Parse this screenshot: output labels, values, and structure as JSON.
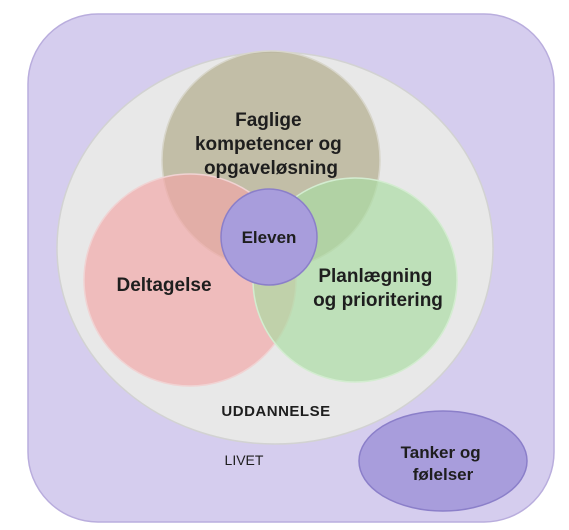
{
  "diagram": {
    "outer_label": "LIVET",
    "inner_label": "UDDANNELSE",
    "center_label": "Eleven",
    "circles": {
      "top": {
        "lines": [
          "Faglige",
          "kompetencer og",
          "opgaveløsning"
        ]
      },
      "left": {
        "lines": [
          "Deltagelse"
        ]
      },
      "right": {
        "lines": [
          "Planlægning",
          "og prioritering"
        ]
      }
    },
    "side_bubble": {
      "lines": [
        "Tanker og",
        "følelser"
      ]
    },
    "colors": {
      "outer_box": "#d5cdee",
      "outer_border": "#b9addd",
      "inner_circle": "#e8e8e8",
      "top_circle": "#b3ad8e",
      "left_circle": "#f1a6a6",
      "right_circle": "#a9dca2",
      "center_circle": "#a89ddc",
      "side_bubble": "#a89ddc"
    }
  }
}
